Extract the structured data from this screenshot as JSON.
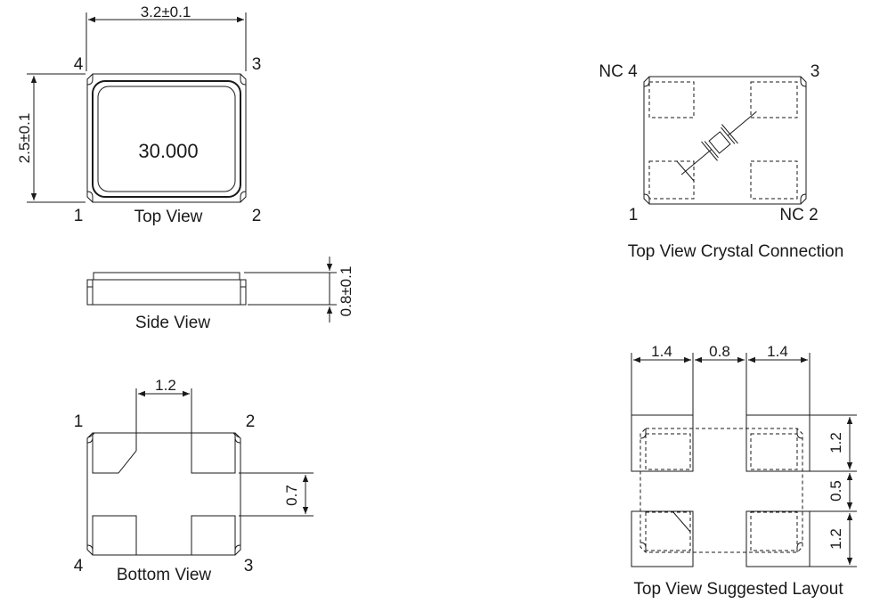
{
  "top_view": {
    "title": "Top View",
    "marking": "30.000",
    "width_dim": "3.2±0.1",
    "height_dim": "2.5±0.1",
    "pins": [
      "1",
      "2",
      "3",
      "4"
    ]
  },
  "side_view": {
    "title": "Side View",
    "thickness_dim": "0.8±0.1"
  },
  "bottom_view": {
    "title": "Bottom View",
    "pad_spacing_dim": "1.2",
    "pad_height_dim": "0.7",
    "pins": [
      "1",
      "2",
      "3",
      "4"
    ]
  },
  "crystal_view": {
    "title": "Top View Crystal Connection",
    "pin_labels": [
      "1",
      "NC 2",
      "3",
      "NC 4"
    ]
  },
  "layout_view": {
    "title": "Top View Suggested Layout",
    "width_dims": [
      "1.4",
      "0.8",
      "1.4"
    ],
    "height_dims": [
      "1.2",
      "0.5",
      "1.2"
    ]
  }
}
